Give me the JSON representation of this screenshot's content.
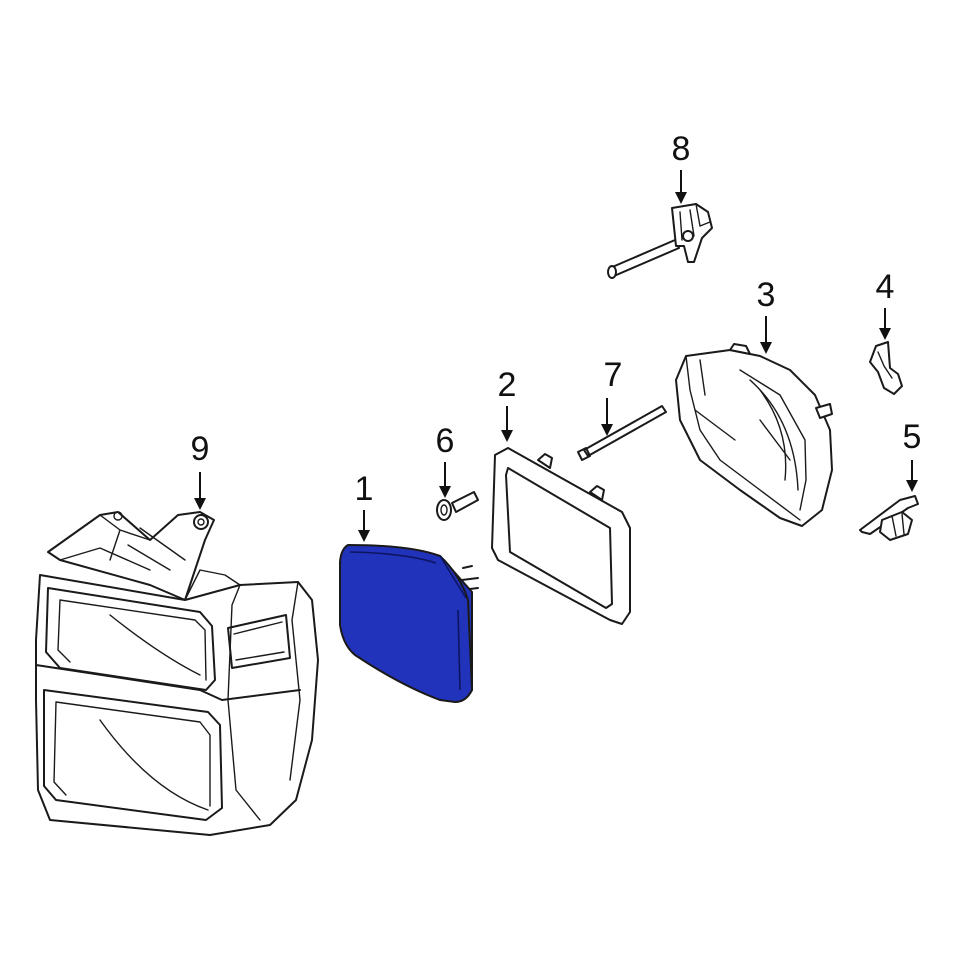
{
  "diagram": {
    "highlight_color": "#2233bb",
    "line_color": "#1a1a1a",
    "callouts": [
      {
        "id": "1",
        "label": "1"
      },
      {
        "id": "2",
        "label": "2"
      },
      {
        "id": "3",
        "label": "3"
      },
      {
        "id": "4",
        "label": "4"
      },
      {
        "id": "5",
        "label": "5"
      },
      {
        "id": "6",
        "label": "6"
      },
      {
        "id": "7",
        "label": "7"
      },
      {
        "id": "8",
        "label": "8"
      },
      {
        "id": "9",
        "label": "9"
      }
    ],
    "highlighted_part": "1"
  }
}
